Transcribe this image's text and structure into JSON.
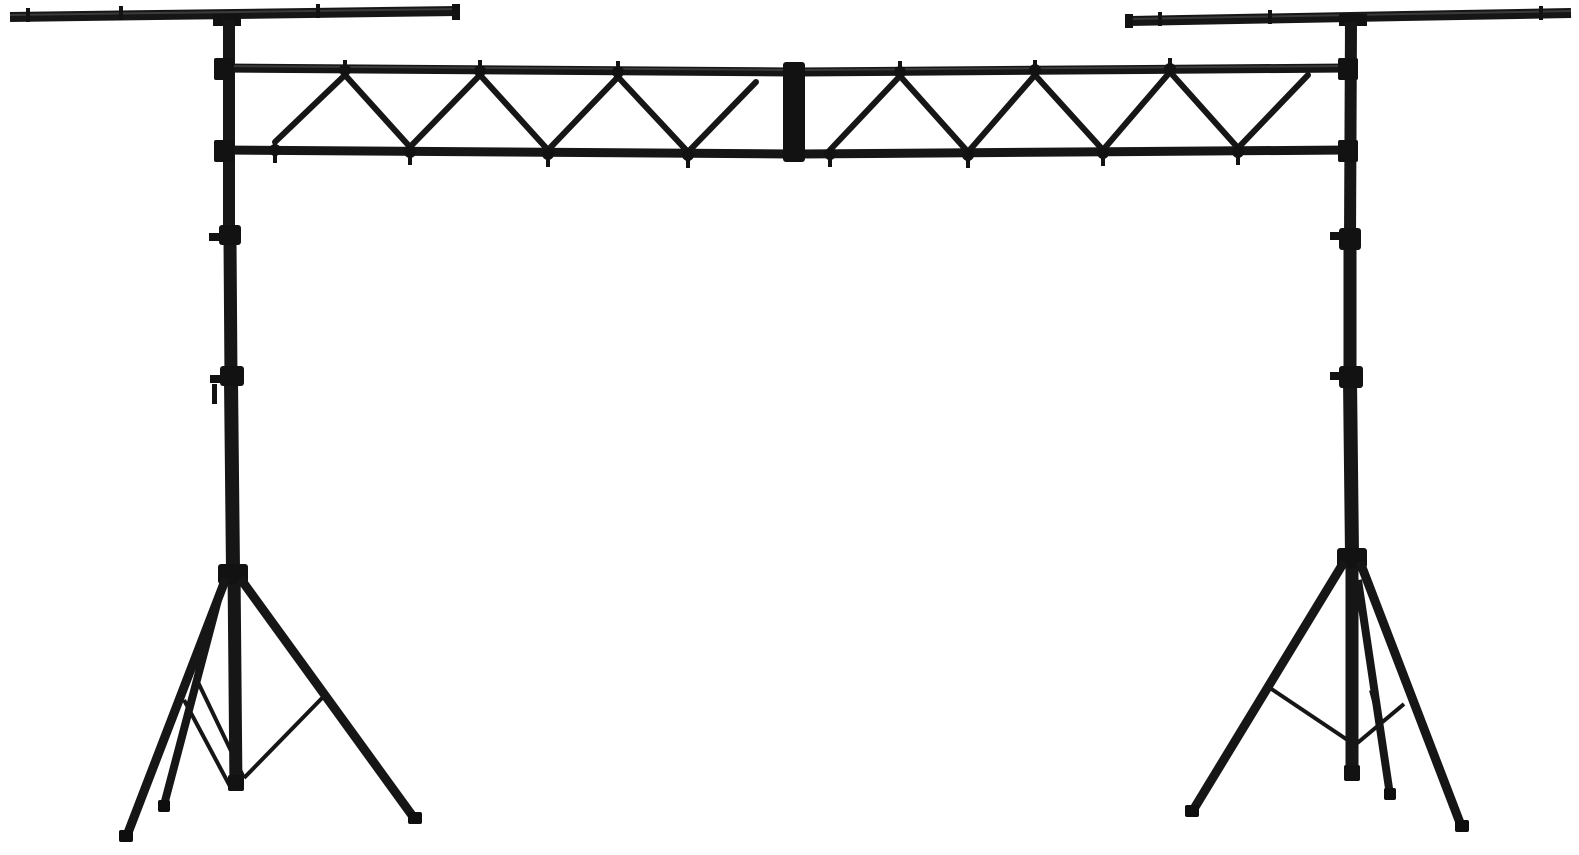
{
  "subject": "lighting-truss-stand",
  "colors": {
    "background": "#ffffff",
    "metal": "#161616",
    "metal_highlight": "#3a3a3a",
    "joint": "#121212"
  },
  "structure": {
    "stand_count": 2,
    "truss_sections": 2,
    "zigzag_bays_per_section": 4,
    "tripod_legs_per_stand": 3,
    "t_bar_count": 2
  }
}
